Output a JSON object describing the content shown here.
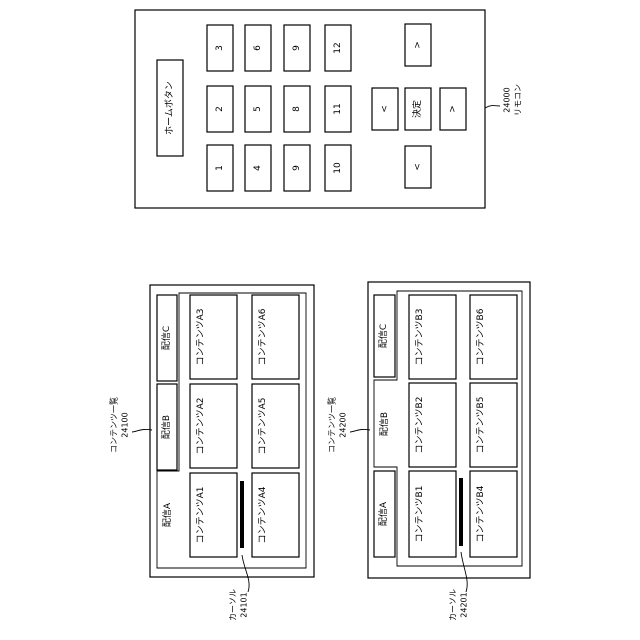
{
  "remote": {
    "caption_number": "24000",
    "caption_name": "リモコン",
    "home_button": "ホームボタン",
    "number_keys": [
      "1",
      "2",
      "3",
      "4",
      "5",
      "6",
      "9",
      "8",
      "9",
      "10",
      "11",
      "12"
    ],
    "arrow_up": "<",
    "arrow_down": ">",
    "arrow_left": "<",
    "arrow_right": ">",
    "enter": "決定"
  },
  "list1": {
    "caption_title": "コンテンツ一覧",
    "caption_number": "24100",
    "tabs": [
      "配信A",
      "配信B",
      "配信C"
    ],
    "items": [
      "コンテンツA1",
      "コンテンツA2",
      "コンテンツA3",
      "コンテンツA4",
      "コンテンツA5",
      "コンテンツA6"
    ],
    "cursor_label": "カーソル",
    "cursor_number": "24101"
  },
  "list2": {
    "caption_title": "コンテンツ一覧",
    "caption_number": "24200",
    "tabs": [
      "配信A",
      "配信B",
      "配信C"
    ],
    "items": [
      "コンテンツB1",
      "コンテンツB2",
      "コンテンツB3",
      "コンテンツB4",
      "コンテンツB5",
      "コンテンツB6"
    ],
    "cursor_label": "カーソル",
    "cursor_number": "24201"
  }
}
